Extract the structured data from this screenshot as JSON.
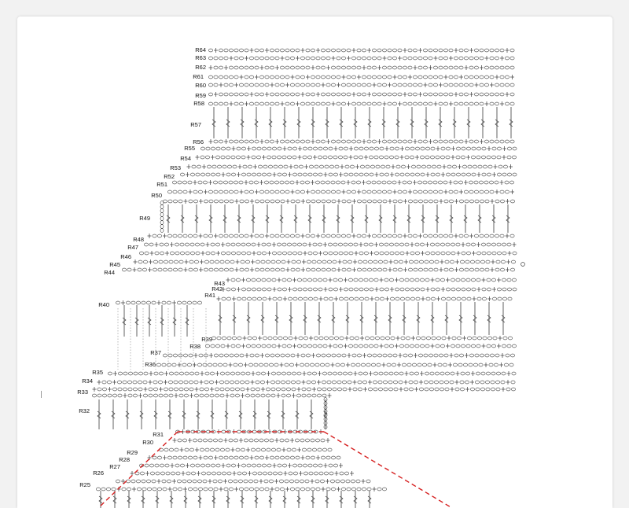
{
  "diagram": {
    "row_labels": [
      "R64",
      "R63",
      "R62",
      "R61",
      "R60",
      "R59",
      "R58",
      "R57",
      "R56",
      "R55",
      "R54",
      "R53",
      "R52",
      "R51",
      "R50",
      "R49",
      "R48",
      "R47",
      "R46",
      "R45",
      "R44",
      "R43",
      "R42",
      "R41",
      "R40",
      "R39",
      "R38",
      "R37",
      "R36",
      "R35",
      "R34",
      "R33",
      "R32",
      "R31",
      "R30",
      "R29",
      "R28",
      "R27",
      "R26",
      "R25"
    ],
    "colors": {
      "ink": "#3a3a3a",
      "guide": "#d62020",
      "background": "#ffffff",
      "frame": "#f2f2f2"
    },
    "symbols": [
      "chain",
      "single-crochet",
      "treble-post",
      "increase"
    ]
  }
}
